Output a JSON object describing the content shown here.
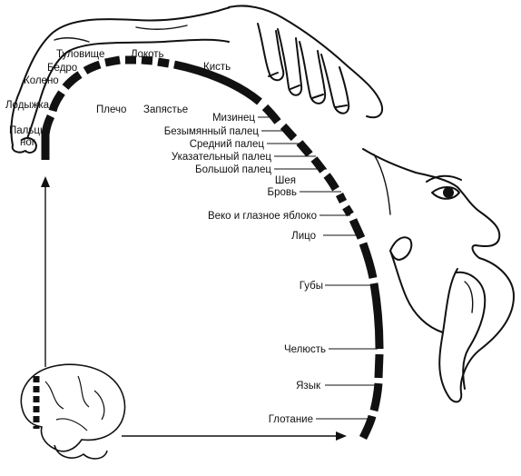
{
  "labels": {
    "toe": [
      "Пальцы",
      "ног"
    ],
    "ankle": "Лодыжка",
    "knee": "Колено",
    "hip": "Бедро",
    "trunk": "Туловище",
    "shoulder": "Плечо",
    "elbow": "Локоть",
    "wrist": "Запястье",
    "hand": "Кисть",
    "little_finger": "Мизинец",
    "ring_finger": "Безымянный палец",
    "middle_finger": "Средний палец",
    "index_finger": "Указательный палец",
    "thumb": "Большой палец",
    "neck": "Шея",
    "brow": "Бровь",
    "eyelid_eyeball": "Веко и глазное яблоко",
    "face": "Лицо",
    "lips": "Губы",
    "jaw": "Челюсть",
    "tongue": "Язык",
    "swallowing": "Глотание"
  },
  "icons": {
    "hand": "hand-illustration",
    "head": "head-illustration",
    "brain": "brain-illustration"
  }
}
